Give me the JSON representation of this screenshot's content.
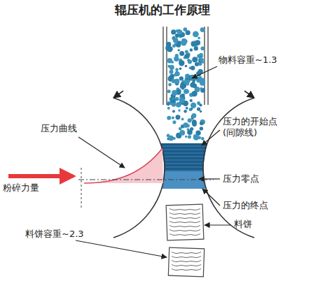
{
  "diagram": {
    "title": "辊压机的工作原理",
    "labels": [
      "物料容重~1.3",
      "压力曲线",
      "压力的开始点 (间隙线)",
      "压力零点",
      "粉碎力量",
      "压力的终点",
      "料饼",
      "料饼容重~2.3"
    ]
  }
}
